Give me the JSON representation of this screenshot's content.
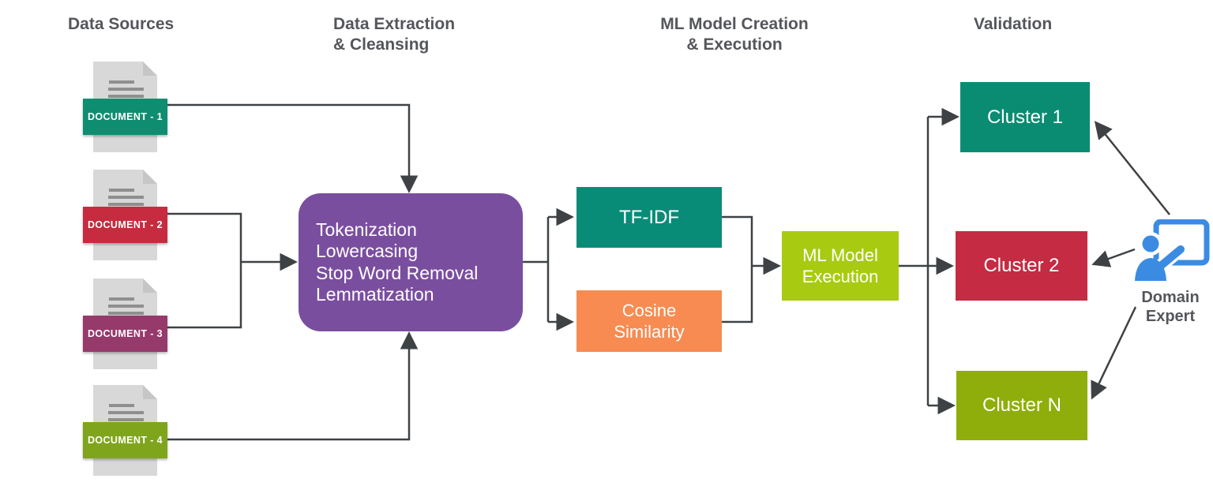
{
  "headers": {
    "data_sources": "Data Sources",
    "data_extraction": "Data Extraction\n& Cleansing",
    "ml_model_creation": "ML Model Creation\n& Execution",
    "validation": "Validation"
  },
  "documents": [
    {
      "label": "DOCUMENT - 1",
      "color": "#0F8D71"
    },
    {
      "label": "DOCUMENT - 2",
      "color": "#C62B3F"
    },
    {
      "label": "DOCUMENT - 3",
      "color": "#963A6B"
    },
    {
      "label": "DOCUMENT - 4",
      "color": "#7FA51C"
    }
  ],
  "processing_box": {
    "lines": "Tokenization\nLowercasing\nStop Word Removal\nLemmatization",
    "color": "#7A4E9F"
  },
  "model_boxes": {
    "tf_idf": {
      "label": "TF-IDF",
      "color": "#088C78"
    },
    "cosine_similarity": {
      "label": "Cosine\nSimilarity",
      "color": "#F78B51"
    },
    "ml_model_execution": {
      "label": "ML Model\nExecution",
      "color": "#A8CB11"
    }
  },
  "clusters": [
    {
      "label": "Cluster 1",
      "color": "#0A8C72"
    },
    {
      "label": "Cluster 2",
      "color": "#C52B43"
    },
    {
      "label": "Cluster N",
      "color": "#8FAE0B"
    }
  ],
  "domain_expert": {
    "label": "Domain\nExpert",
    "icon_color": "#3B8BE3"
  },
  "colors": {
    "connector": "#3E4245",
    "header_text": "#54565B",
    "file_body": "#D8D8D8",
    "file_fold": "#C6C6C6",
    "file_lines": "#8F8F8F"
  }
}
